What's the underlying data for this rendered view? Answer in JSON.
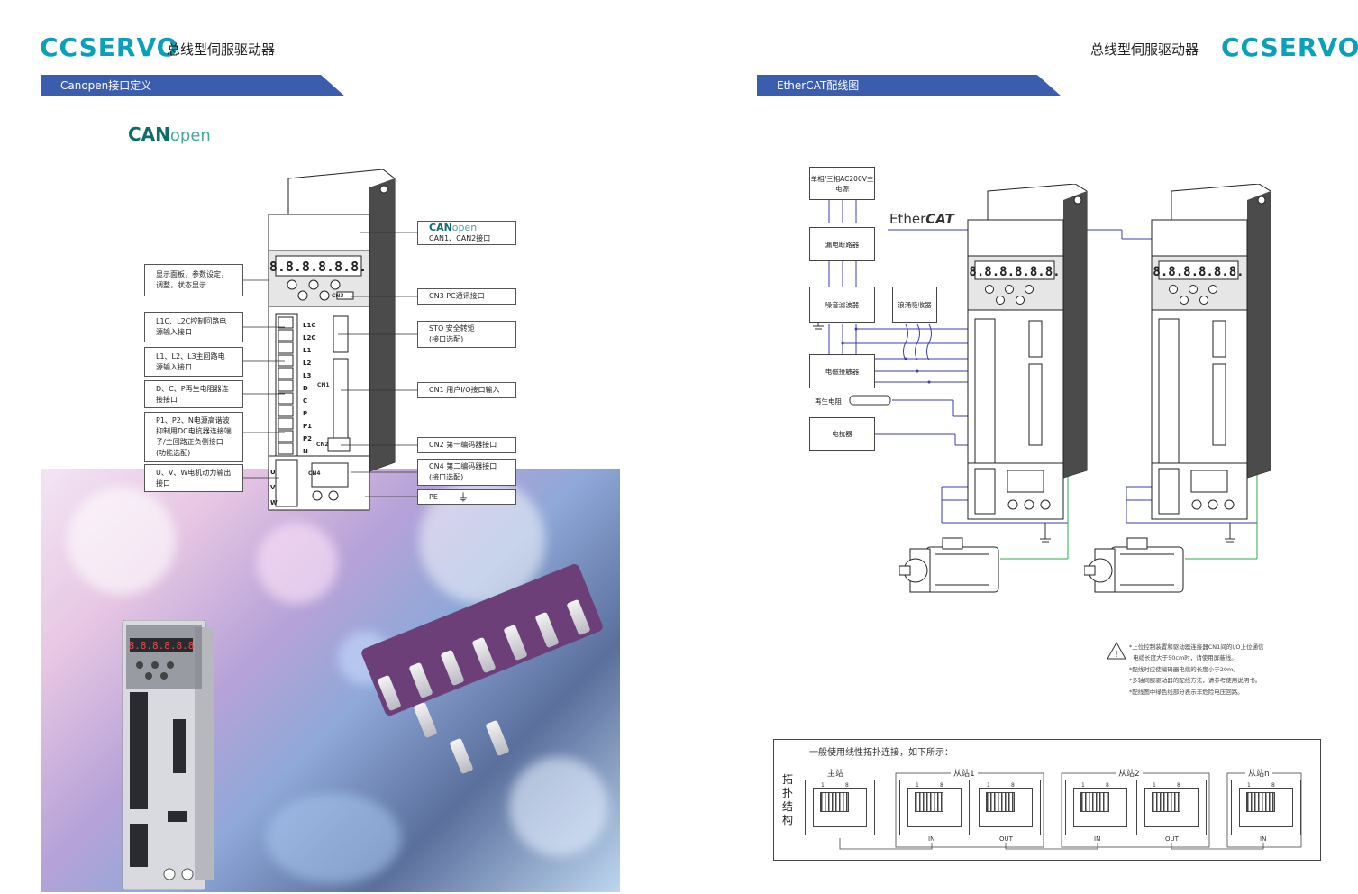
{
  "left_page": {
    "brand": "CCSERVO",
    "title": "总线型伺服驱动器",
    "section": "Canopen接口定义",
    "logo_bold": "CAN",
    "logo_light": "open",
    "callouts_left": [
      "显示面板，参数设定，调整，状态显示",
      "L1C、L2C控制回路电源输入接口",
      "L1、L2、L3主回路电源输入接口",
      "D、C、P再生电阻器连接接口",
      "P1、P2、N电源高谐波抑制用DC电抗器连接端子/主回路正负侧接口(功能选配)",
      "U、V、W电机动力输出接口"
    ],
    "callouts_right": {
      "can_bold": "CAN",
      "can_light": "open",
      "can_desc": "CAN1、CAN2接口",
      "cn3": "CN3 PC通讯接口",
      "sto": "STO 安全转矩",
      "sto_sub": "(接口选配)",
      "cn1": "CN1 用户I/O接口输入",
      "cn2": "CN2 第一编码器接口",
      "cn4": "CN4 第二编码器接口",
      "cn4_sub": "(接口选配)",
      "pe": "PE",
      "pe_symbol": "⏚"
    },
    "drive_display": "8.8.8.8.8.8.",
    "terminals": [
      "L1C",
      "L2C",
      "L1",
      "L2",
      "L3",
      "D",
      "C",
      "P",
      "P1",
      "P2",
      "N"
    ],
    "terminals_uvw": [
      "U",
      "V",
      "W"
    ],
    "cn_labels": [
      "CN3",
      "CN1",
      "CN2",
      "CN4"
    ]
  },
  "right_page": {
    "brand": "CCSERVO",
    "title": "总线型伺服驱动器",
    "section": "EtherCAT配线图",
    "ethercat_light": "Ether",
    "ethercat_bold": "CAT",
    "wiring_boxes": {
      "power": "单相/三相AC200V主电源",
      "breaker": "漏电断路器",
      "filter": "噪音滤波器",
      "surge": "浪涌吸收器",
      "contactor": "电磁接触器",
      "regen": "再生电阻",
      "reactor": "电抗器"
    },
    "notes": [
      "*上位控制装置和驱动器连接器CN1间的I/O上位通信",
      "  电缆长度大于50cm时，请使用屏蔽线。",
      "*配线时应使编码器电缆的长度小于20m。",
      "*多轴伺服驱动器的配线方法，请参考使用说明书。",
      "*配线图中绿色线部分表示非危险电压回路。"
    ],
    "warning_symbol": "!",
    "topology": {
      "heading": "一般使用线性拓扑连接，如下所示：",
      "side_label": "拓扑结构",
      "nodes": [
        "主站",
        "从站1",
        "从站2",
        "从站n"
      ],
      "pin_first": "1",
      "pin_last": "8",
      "port_in": "IN",
      "port_out": "OUT"
    }
  },
  "colors": {
    "brand": "#0aa0b8",
    "section_bar": "#3a5dae",
    "wire_blue": "#3b3fa8",
    "wire_green": "#2fa84a",
    "canopen": "#0e6d6a"
  }
}
